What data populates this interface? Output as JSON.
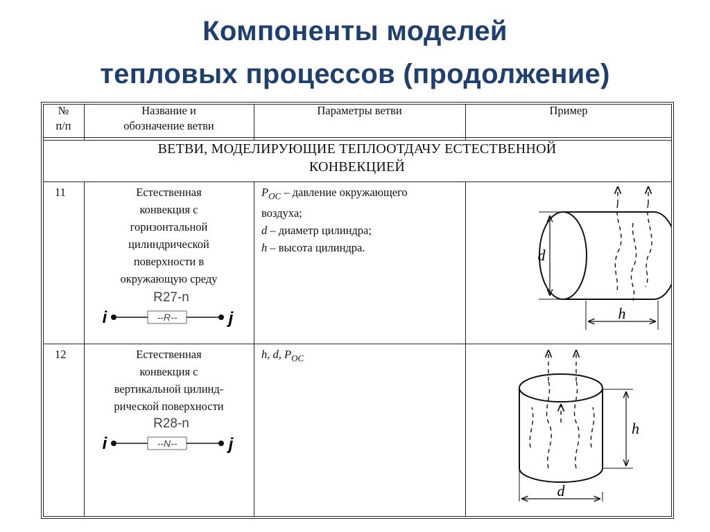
{
  "slide": {
    "title_line1": "Компоненты моделей",
    "title_line2": "тепловых процессов (продолжение)"
  },
  "table": {
    "headers": {
      "num_l1": "№",
      "num_l2": "п/п",
      "name_l1": "Название и",
      "name_l2": "обозначение ветви",
      "params": "Параметры ветви",
      "example": "Пример"
    },
    "section_l1": "ВЕТВИ, МОДЕЛИРУЮЩИЕ ТЕПЛООТДАЧУ ЕСТЕСТВЕННОЙ",
    "section_l2": "КОНВЕКЦИЕЙ",
    "rows": [
      {
        "num": "11",
        "name_lines": [
          "Естественная",
          "конвекция с",
          "горизонтальной",
          "цилиндрической",
          "поверхности в",
          "окружающую среду"
        ],
        "element_label": "R27-n",
        "element_symbol": "--R--",
        "node_i": "i",
        "node_j": "j",
        "params": {
          "p_sym": "P",
          "p_sub": "OC",
          "p_desc": " – давление окружающего",
          "p_desc2": "воздуха;",
          "d_sym": "d",
          "d_desc": " – диаметр цилиндра;",
          "h_sym": "h",
          "h_desc": " – высота цилиндра."
        },
        "figure": {
          "label_d": "d",
          "label_h": "h"
        }
      },
      {
        "num": "12",
        "name_lines": [
          "Естественная",
          "конвекция с",
          "вертикальной цилинд-",
          "рической поверхности"
        ],
        "element_label": "R28-n",
        "element_symbol": "--N--",
        "node_i": "i",
        "node_j": "j",
        "params": {
          "text": "h, d, P",
          "sub": "OC"
        },
        "figure": {
          "label_d": "d",
          "label_h": "h"
        }
      }
    ]
  }
}
